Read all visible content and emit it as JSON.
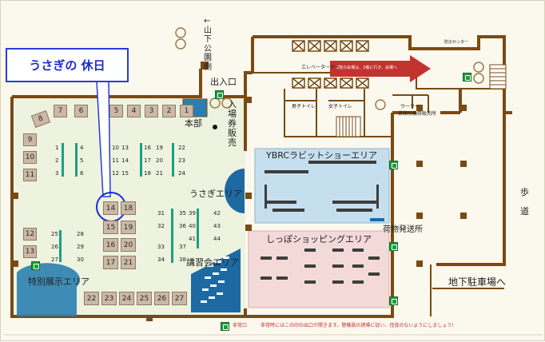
{
  "callout": {
    "text": "うさぎの 休日"
  },
  "labels": {
    "park_side": "←山下公園側",
    "entrance_exit": "出入口",
    "ticket_sales": "入場券販売",
    "headquarters": "本部",
    "ybrc_area": "YBRCラビットショーエリア",
    "rabbit_area": "うさぎエリア",
    "sidewalk": "歩 道",
    "luggage": "荷物発送所",
    "shopping_area": "しっぽショッピングエリア",
    "lecture_area": "講習会エリア",
    "special_area": "特別展示エリア",
    "underground_parking": "地下駐車場へ",
    "elevator_hall": "エレベーターホール",
    "mens_toilet": "男子トイレ",
    "womens_toilet": "女子トイレ",
    "cloak": "ウーリー",
    "cloak_sub": "貨物引換券販売所",
    "security_center": "防災センター",
    "arrow_note": "2階の会場は、2番に行き、会場へ",
    "legend_exit": "非常口",
    "legend_note": "非常時にはこの印の出口が開きます。警備員の誘導に従い、怪我のないようにしましょう!"
  },
  "booths": {
    "top_row": [
      "7",
      "6",
      "5",
      "4",
      "3",
      "2",
      "1"
    ],
    "left_column": [
      "8",
      "9",
      "10",
      "11"
    ],
    "left_lower": [
      "12",
      "13"
    ],
    "inner_left": [
      "14",
      "15",
      "16",
      "17",
      "18",
      "19",
      "20",
      "21"
    ],
    "bottom_row": [
      "22",
      "23",
      "24",
      "25",
      "26",
      "27"
    ]
  },
  "table_numbers": {
    "col_a": [
      "1",
      "2",
      "3"
    ],
    "col_b": [
      "4",
      "5",
      "6"
    ],
    "col_c": [
      "10",
      "11",
      "12"
    ],
    "col_d": [
      "13",
      "14",
      "15"
    ],
    "col_e": [
      "16",
      "17",
      "18"
    ],
    "col_f": [
      "19",
      "20",
      "21"
    ],
    "col_g": [
      "22",
      "23",
      "24"
    ],
    "col_h": [
      "25",
      "26",
      "27"
    ],
    "col_i": [
      "28",
      "29",
      "30"
    ],
    "col_j": [
      "31",
      "32",
      "33",
      "34"
    ],
    "col_k": [
      "35",
      "36",
      "37",
      "38"
    ],
    "col_l": [
      "39",
      "40",
      "41"
    ],
    "col_m": [
      "42",
      "43",
      "44"
    ]
  },
  "colors": {
    "wall": "#7a4a12",
    "hall_floor": "#edf3de",
    "ybrc_floor": "#c6dfee",
    "shopping_floor": "#f3d9d8",
    "table_green": "#1aa080",
    "table_blue": "#2a7fb0",
    "booth": "#cbb9a6",
    "arrow_red": "#c2332f",
    "highlight": "#1b2bd1"
  }
}
